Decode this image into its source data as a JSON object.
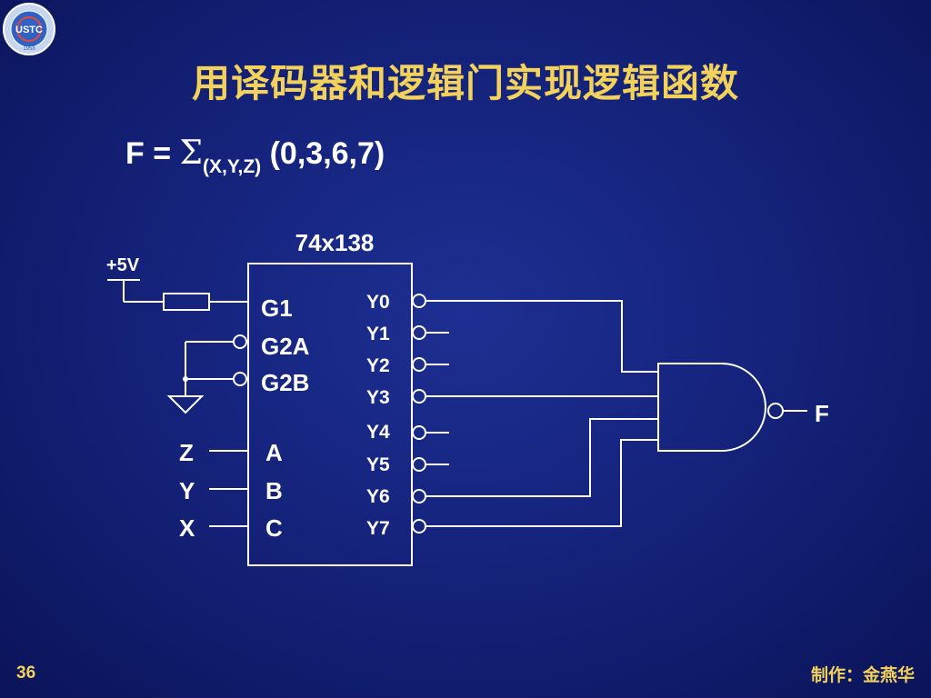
{
  "slide": {
    "title": "用译码器和逻辑门实现逻辑函数",
    "page_number": "36",
    "author": "制作：金燕华"
  },
  "formula": {
    "lhs": "F = ",
    "sigma": "Σ",
    "subscript": "(X,Y,Z)",
    "terms": " (0,3,6,7)"
  },
  "circuit": {
    "chip_name": "74x138",
    "supply_label": "+5V",
    "enable_pins": [
      "G1",
      "G2A",
      "G2B"
    ],
    "select_pins": [
      "A",
      "B",
      "C"
    ],
    "input_labels": [
      "Z",
      "Y",
      "X"
    ],
    "outputs": [
      "Y0",
      "Y1",
      "Y2",
      "Y3",
      "Y4",
      "Y5",
      "Y6",
      "Y7"
    ],
    "output_label": "F"
  },
  "logo": {
    "text": "USTC",
    "year": "1958"
  },
  "colors": {
    "background": "#15237c",
    "title": "#f2d25a",
    "text": "#ffffff",
    "wire": "#ffffff"
  }
}
